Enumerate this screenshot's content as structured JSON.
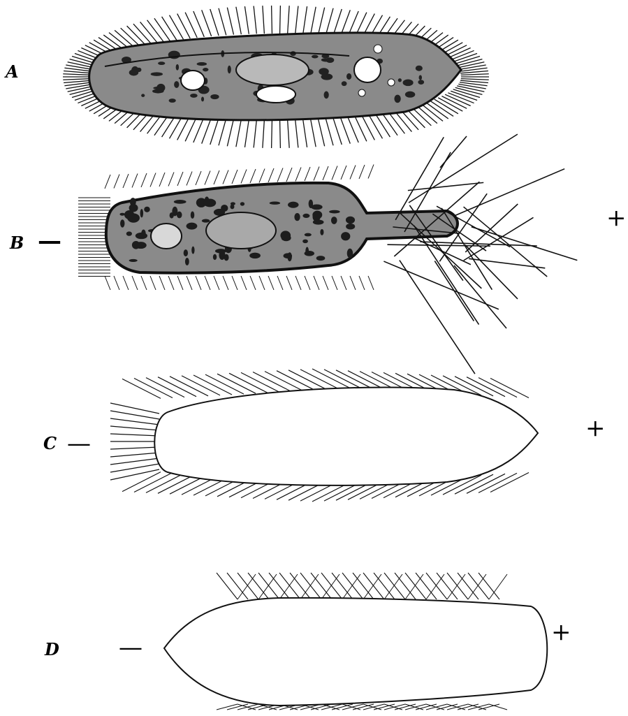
{
  "figures": [
    {
      "id": "A",
      "label": "A",
      "left_sign": "",
      "right_sign": ""
    },
    {
      "id": "B",
      "label": "B",
      "left_sign": "—",
      "right_sign": "+"
    },
    {
      "id": "C",
      "label": "C",
      "left_sign": "—",
      "right_sign": "+"
    },
    {
      "id": "D",
      "label": "D",
      "left_sign": "—",
      "right_sign": "+"
    }
  ],
  "colors": {
    "ink": "#111111",
    "cell_fill": "#8a8a8a",
    "paper": "#ffffff"
  }
}
